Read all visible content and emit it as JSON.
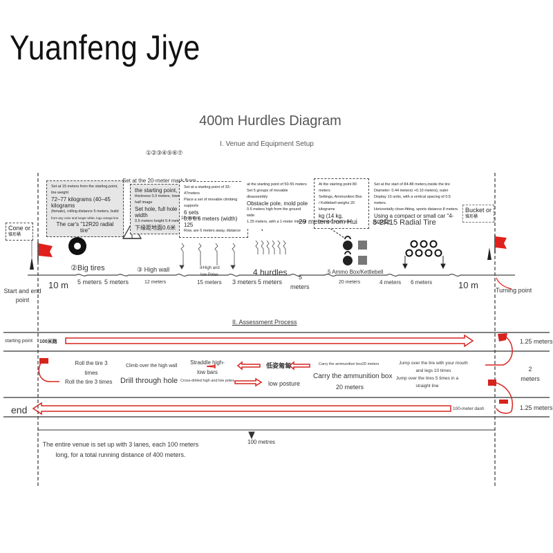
{
  "brand": "Yuanfeng Jiye",
  "title": "400m Hurdles Diagram",
  "subtitle": "I. Venue and Equipment Setup",
  "steps": "①②③④⑤⑥⑦",
  "setup": {
    "cone_label": "Cone or",
    "cone_sub": "锥形桶",
    "start_end_point": "Start and end point",
    "turning_point": "Turning point",
    "big_tires": "②Big tires",
    "high_wall": "③ High wall",
    "high_low_poles": "④High and low Poles",
    "hurdles": "4 hurdles",
    "ammo_box": "5 Ammo Box/Kettlebell",
    "bucket": "Bucket or",
    "bucket_sub": "锥形桶",
    "radial_tire": "8-2R15 Radial Tire",
    "distances": {
      "d10m_left": "10 m",
      "d5a": "5 meters",
      "d5b": "5 meters",
      "d12": "12 meters",
      "d15": "15 meters",
      "d3": "3 meters",
      "d5c": "5 meters",
      "d5d": "5",
      "d5d2": "meters",
      "d20": "20 meters",
      "d4": "4 meters",
      "d6": "6 meters",
      "d10m_right": "10 m"
    },
    "notes": {
      "tire_note": {
        "lines": [
          "Set at 15 meters from the starting point, tire weight",
          "72–77 kilograms (40–45 kilograms",
          "(female), rolling distance 5 meters, build",
          "from any color and longer white, logo orange line"
        ],
        "caption": "The car's \"12R20 radial tire\""
      },
      "wall_note": {
        "head1": "Set at the 20-meter mark from",
        "head2": "the starting point,",
        "lines": [
          "thickness 0.3 meters, lower half image",
          "Set hole, full hole width",
          "0.5 meters height 0.4 meters",
          "下缘距地面0.6米"
        ]
      },
      "poles_note": {
        "lines": [
          "Set at a starting point of 33-47meters",
          "Place a set of movable climbing supports",
          "6 sets",
          "0.8 0.6 meters (width) 125",
          "Row, are 5 meters away, distance"
        ],
        "under": "15 meters"
      },
      "hurdles_note": {
        "lines": [
          "at the starting point of 50-55 meters",
          "Set 5 groups of movable disassembly",
          "Obstacle pole, mold pole",
          "0.5 meters high from the ground wide",
          "1.25 meters, with a 1-meter interval"
        ]
      },
      "ammo_note": {
        "lines": [
          "At the starting point 80 meters",
          "Settings, Ammunition Box",
          "/ Kettlebell weighs 20 kilograms",
          "kg (14 kg,",
          "(female), each side"
        ],
        "under": "29 meters from Hui"
      },
      "radial_note": {
        "lines": [
          "Set at the start of 84-88 meters,inside the tire",
          "Diameter: 0.44 meters) +0.10 meters), outer",
          "Display 10 units, with a vertical spacing of 0.5 meters.",
          "Horizontally close-fitting, sports distance 8 meters.",
          "Using a compact or small car \"4-50R12-"
        ]
      }
    }
  },
  "process": {
    "heading": "II. Assessment Process",
    "starting_point": "starting point",
    "sprint_label": "100米跑",
    "lane_width_top": "1.25 meters",
    "lane_gap": "2 meters",
    "lane_width_bottom": "1.25 meters",
    "roll_tire": "Roll the tire 3 times",
    "roll_tire_2": "Roll the tire 3 times",
    "climb_wall": "Climb over the high wall",
    "drill_hole": "Drill through hole",
    "straddle": "Straddle high-low bars",
    "cross_drill": "Cross-drilled high and low poles",
    "low_posture_cn": "低姿匍匐",
    "low_posture": "low posture",
    "carry_box_small": "Carry the ammunition box20 meters",
    "carry_box": "Carry the ammunition box",
    "carry_box_dist": "20 meters",
    "jump_mouth": "Jump over the tire with your mouth and legs 10 times",
    "jump_straight": "Jump over the tires 5 times in a straight line",
    "end": "end",
    "dash": "100-meter dash",
    "metres_100": "100 metres",
    "venue_note": "The entire venue is set up with 3 lanes, each 100 meters long, for a total running distance of 400 meters."
  }
}
